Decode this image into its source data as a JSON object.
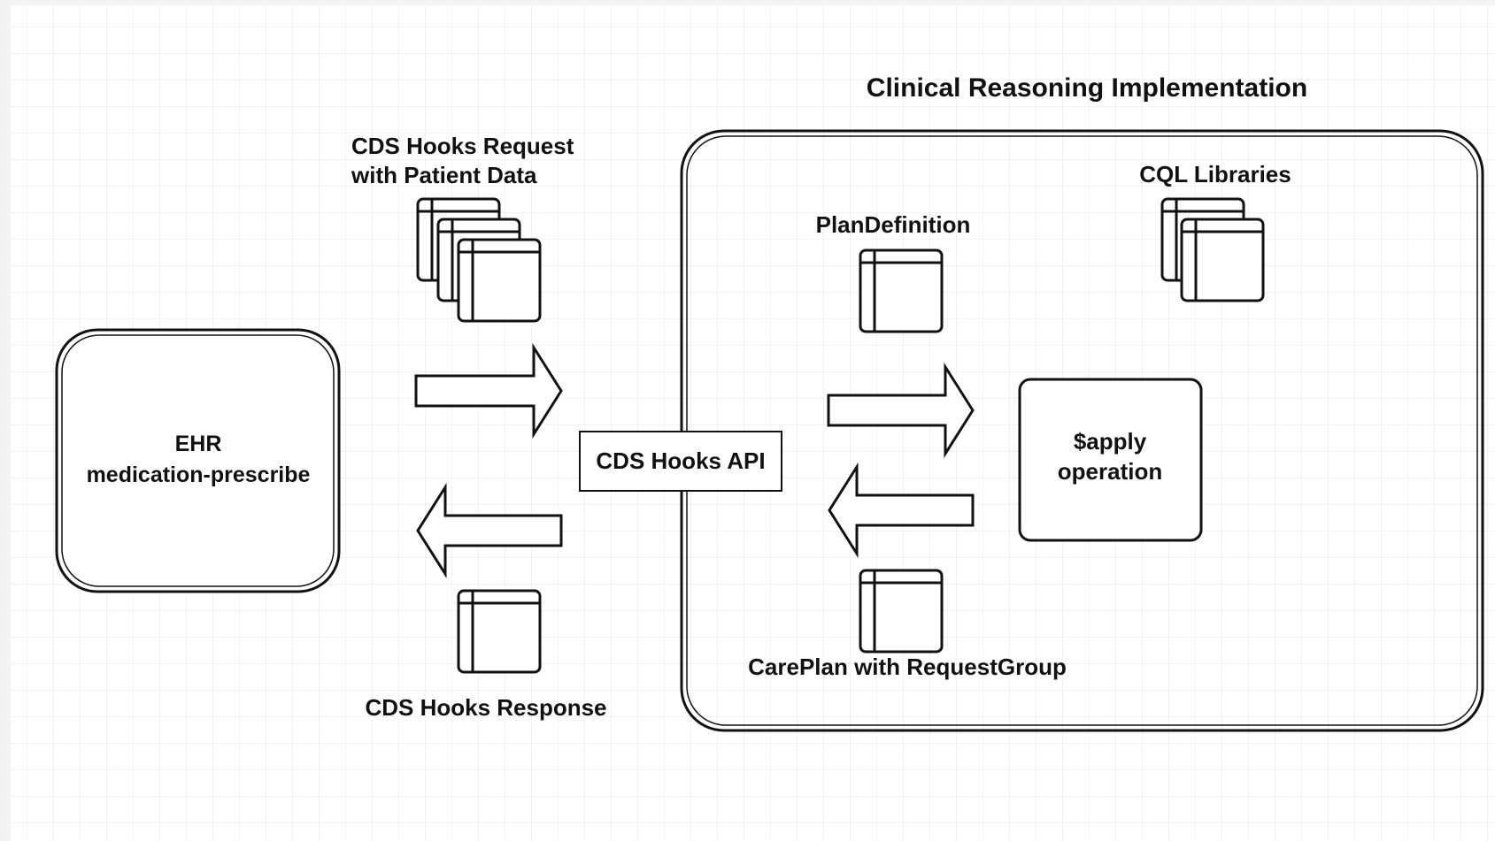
{
  "diagram": {
    "title": "Clinical Reasoning Implementation",
    "ehr_box": {
      "line1": "EHR",
      "line2": "medication-prescribe"
    },
    "request_label": {
      "line1": "CDS Hooks Request",
      "line2": "with Patient Data"
    },
    "response_label": "CDS Hooks Response",
    "api_box": "CDS Hooks API",
    "plan_definition_label": "PlanDefinition",
    "cql_libraries_label": "CQL Libraries",
    "apply_box": {
      "line1": "$apply",
      "line2": "operation"
    },
    "careplan_label": "CarePlan with RequestGroup"
  },
  "colors": {
    "background": "#ffffff",
    "outer_background": "#f3f3f3",
    "grid": "#e4e4e4",
    "stroke": "#111111",
    "text": "#111111"
  }
}
